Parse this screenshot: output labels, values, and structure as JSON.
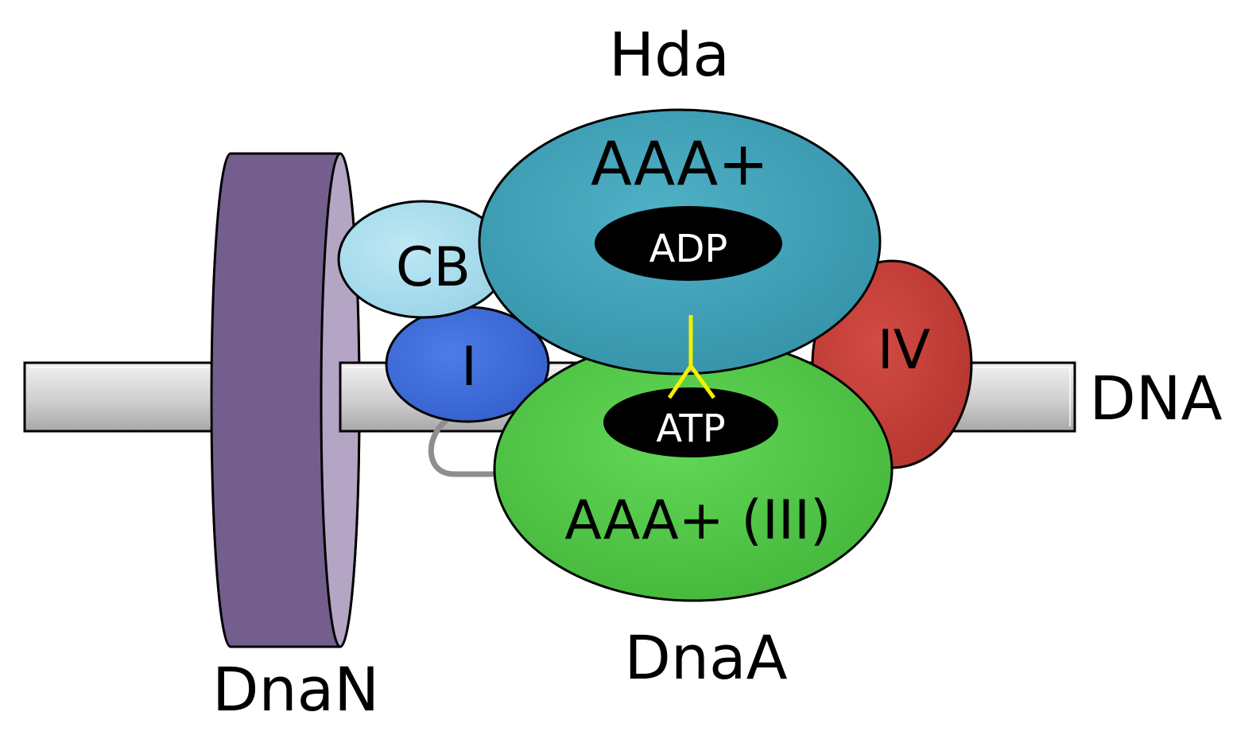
{
  "labels": {
    "hda": "Hda",
    "hda_aaa": "AAA+",
    "adp": "ADP",
    "cb": "CB",
    "domain_i": "I",
    "domain_iv": "IV",
    "atp": "ATP",
    "dnaa_aaa": "AAA+ (III)",
    "dnaa": "DnaA",
    "dnan": "DnaN",
    "dna": "DNA"
  },
  "colors": {
    "dna_bar": "#cfcfcf",
    "dnan_body": "#735e8e",
    "dnan_face": "#b3a5c3",
    "cb_domain": "#a9def0",
    "domain_i": "#3f6fdf",
    "domain_iv": "#c9403a",
    "dnaa_aaa": "#56cc4b",
    "hda_aaa": "#3fa2b8",
    "nucleotide_pill": "#000000",
    "interaction_mark": "#f4f000",
    "linker": "#9a9a9a"
  }
}
